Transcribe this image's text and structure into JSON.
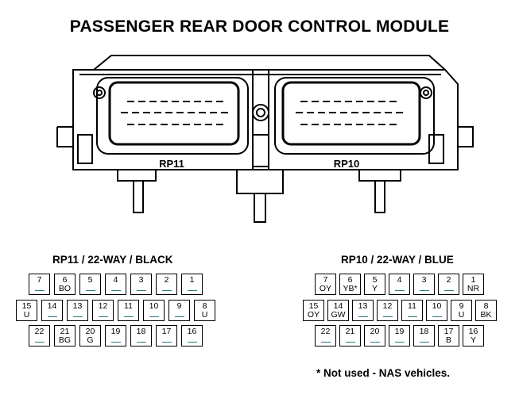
{
  "title": "PASSENGER REAR DOOR CONTROL MODULE",
  "module": {
    "left_connector_label": "RP11",
    "right_connector_label": "RP10"
  },
  "connectors": [
    {
      "id": "rp11",
      "title": "RP11 / 22-WAY / BLACK",
      "rows": [
        [
          {
            "num": "7",
            "wire": ""
          },
          {
            "num": "6",
            "wire": "BO"
          },
          {
            "num": "5",
            "wire": ""
          },
          {
            "num": "4",
            "wire": ""
          },
          {
            "num": "3",
            "wire": ""
          },
          {
            "num": "2",
            "wire": ""
          },
          {
            "num": "1",
            "wire": ""
          }
        ],
        [
          {
            "num": "15",
            "wire": "U"
          },
          {
            "num": "14",
            "wire": ""
          },
          {
            "num": "13",
            "wire": ""
          },
          {
            "num": "12",
            "wire": ""
          },
          {
            "num": "11",
            "wire": ""
          },
          {
            "num": "10",
            "wire": ""
          },
          {
            "num": "9",
            "wire": ""
          },
          {
            "num": "8",
            "wire": "U"
          }
        ],
        [
          {
            "num": "22",
            "wire": ""
          },
          {
            "num": "21",
            "wire": "BG"
          },
          {
            "num": "20",
            "wire": "G"
          },
          {
            "num": "19",
            "wire": ""
          },
          {
            "num": "18",
            "wire": ""
          },
          {
            "num": "17",
            "wire": ""
          },
          {
            "num": "16",
            "wire": ""
          }
        ]
      ]
    },
    {
      "id": "rp10",
      "title": "RP10 / 22-WAY / BLUE",
      "rows": [
        [
          {
            "num": "7",
            "wire": "OY"
          },
          {
            "num": "6",
            "wire": "YB*"
          },
          {
            "num": "5",
            "wire": "Y"
          },
          {
            "num": "4",
            "wire": ""
          },
          {
            "num": "3",
            "wire": ""
          },
          {
            "num": "2",
            "wire": ""
          },
          {
            "num": "1",
            "wire": "NR"
          }
        ],
        [
          {
            "num": "15",
            "wire": "OY"
          },
          {
            "num": "14",
            "wire": "GW"
          },
          {
            "num": "13",
            "wire": ""
          },
          {
            "num": "12",
            "wire": ""
          },
          {
            "num": "11",
            "wire": ""
          },
          {
            "num": "10",
            "wire": ""
          },
          {
            "num": "9",
            "wire": "U"
          },
          {
            "num": "8",
            "wire": "BK"
          }
        ],
        [
          {
            "num": "22",
            "wire": ""
          },
          {
            "num": "21",
            "wire": ""
          },
          {
            "num": "20",
            "wire": ""
          },
          {
            "num": "19",
            "wire": ""
          },
          {
            "num": "18",
            "wire": ""
          },
          {
            "num": "17",
            "wire": "B"
          },
          {
            "num": "16",
            "wire": "Y"
          }
        ]
      ]
    }
  ],
  "footnote": "* Not used - NAS vehicles.",
  "colors": {
    "unused_pin_dash": "#2a7a80"
  }
}
